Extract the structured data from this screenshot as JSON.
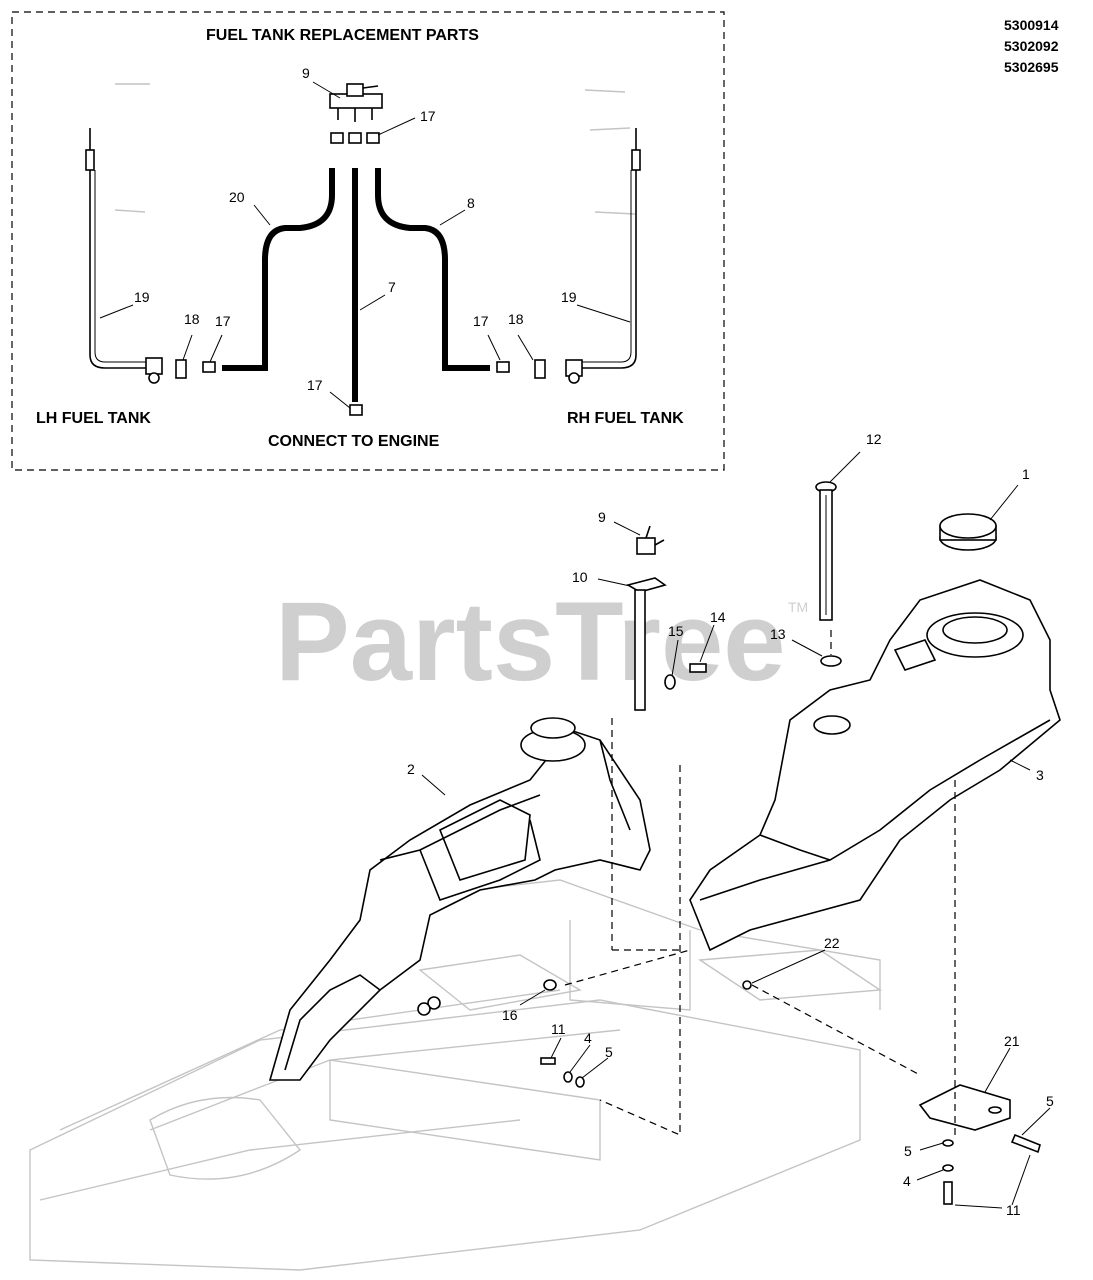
{
  "document": {
    "part_numbers": [
      "5300914",
      "5302092",
      "5302695"
    ],
    "inset": {
      "title": "FUEL TANK REPLACEMENT PARTS",
      "lh_label": "LH FUEL TANK",
      "rh_label": "RH FUEL TANK",
      "engine_label": "CONNECT TO ENGINE"
    },
    "watermark": {
      "text": "PartsTree",
      "tm": "TM"
    },
    "callouts": {
      "inset": {
        "c9": "9",
        "c17_top": "17",
        "c20": "20",
        "c8": "8",
        "c7": "7",
        "c19_left": "19",
        "c18_left": "18",
        "c17_left": "17",
        "c17_right": "17",
        "c18_right": "18",
        "c19_right": "19",
        "c17_bottom": "17"
      },
      "main": {
        "c12": "12",
        "c1": "1",
        "c9": "9",
        "c10": "10",
        "c14": "14",
        "c15": "15",
        "c13": "13",
        "c2": "2",
        "c3": "3",
        "c22": "22",
        "c16": "16",
        "c11_left": "11",
        "c4_left": "4",
        "c5_left": "5",
        "c21": "21",
        "c5_right_top": "5",
        "c5_right_mid": "5",
        "c4_right": "4",
        "c11_right": "11"
      }
    }
  }
}
